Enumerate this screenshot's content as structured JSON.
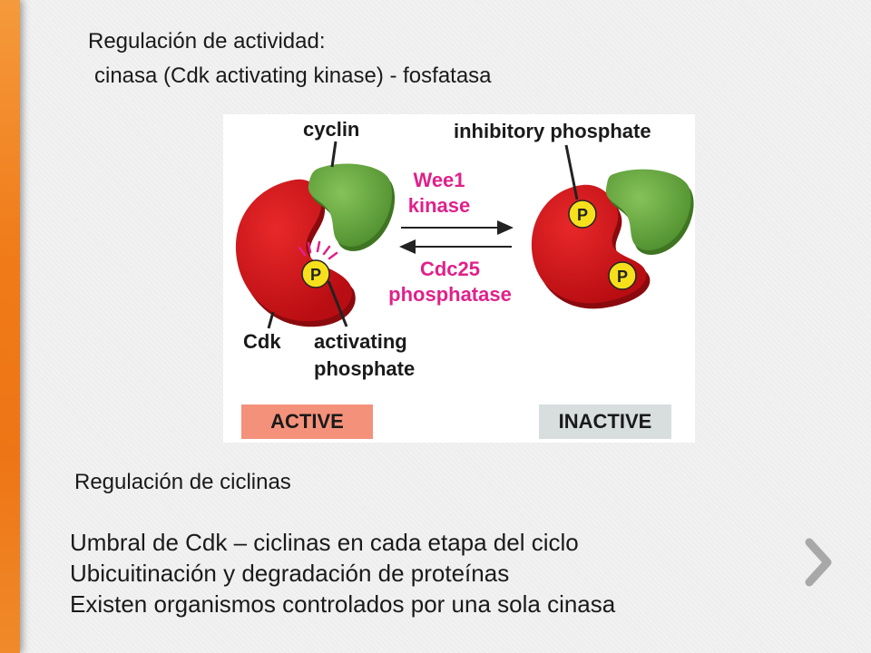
{
  "slide": {
    "title_line1": "Regulación de actividad:",
    "title_line2": "cinasa (Cdk activating  kinase) - fosfatasa",
    "subheading": "Regulación de ciclinas",
    "bullets": [
      "Umbral de Cdk – ciclinas en cada etapa del ciclo",
      "Ubicuitinación y degradación de proteínas",
      "Existen organismos controlados por una sola cinasa"
    ]
  },
  "figure": {
    "label_cyclin": "cyclin",
    "label_inhibitory": "inhibitory phosphate",
    "label_wee1_line1": "Wee1",
    "label_wee1_line2": "kinase",
    "label_cdc25_line1": "Cdc25",
    "label_cdc25_line2": "phosphatase",
    "label_cdk": "Cdk",
    "label_activating_line1": "activating",
    "label_activating_line2": "phosphate",
    "phosphate_symbol": "P",
    "status_active": "ACTIVE",
    "status_inactive": "INACTIVE",
    "colors": {
      "cdk_red": "#d0131a",
      "cyclin_green": "#6fae43",
      "phosphate_yellow": "#f6e01c",
      "enzyme_magenta": "#e0218a",
      "active_box": "#f4917a",
      "inactive_box": "#d8dedd"
    }
  },
  "navigation": {
    "next_icon": "chevron-right-icon"
  }
}
